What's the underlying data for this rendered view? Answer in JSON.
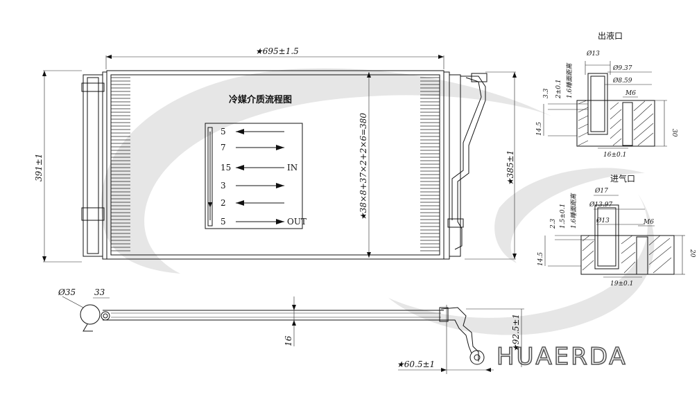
{
  "width_dim": "★695±1.5",
  "height_dim_left": "391±1",
  "height_dim_right": "★385±1",
  "core_dim": "★38×8+37×2+2×6=380",
  "flow_title": "冷媒介质流程图",
  "flow_passes": [
    {
      "count": "5",
      "dir": "left",
      "tag": ""
    },
    {
      "count": "7",
      "dir": "right",
      "tag": ""
    },
    {
      "count": "15",
      "dir": "left",
      "tag": "IN"
    },
    {
      "count": "3",
      "dir": "right",
      "tag": ""
    },
    {
      "count": "2",
      "dir": "left",
      "tag": ""
    },
    {
      "count": "5",
      "dir": "right",
      "tag": "OUT"
    }
  ],
  "outlet": {
    "title": "出液口",
    "d13": "Ø13",
    "d9_37": "Ø9.37",
    "d8_59": "Ø8.59",
    "m6": "M6",
    "h33": "3.3",
    "h2": "2±0.1",
    "h16": "1.6睡面距离",
    "h145": "14.5",
    "w30": "30",
    "w16": "16±0.1"
  },
  "inlet": {
    "title": "进气口",
    "d17": "Ø17",
    "d13_97": "Ø13.97",
    "d13": "Ø13",
    "m6": "M6",
    "h23": "2.3",
    "h15": "1.5±0.1",
    "h16": "1.6睡面距离",
    "h145": "14.5",
    "w20": "20",
    "w19": "19±0.1"
  },
  "side": {
    "d35": "Ø35",
    "d33": "33",
    "t16": "16",
    "w605": "★60.5±1",
    "h925": "★92.5±1"
  },
  "logo_text": "HUAERDA"
}
